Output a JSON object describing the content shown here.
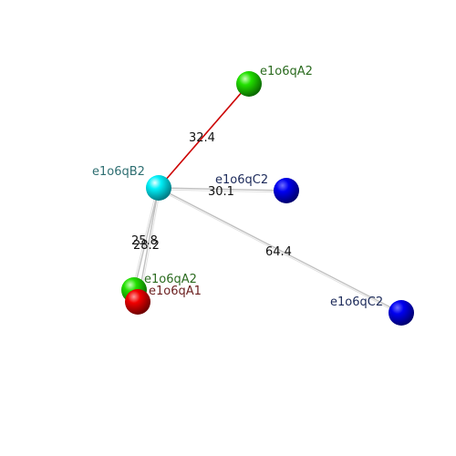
{
  "nodes": [
    {
      "id": "hub",
      "label": "e1o6qB2",
      "label_color": "#2f6f72",
      "fill": "#00e0e8",
      "gradient": "grad-cyan"
    },
    {
      "id": "a2_top",
      "label": "e1o6qA2",
      "label_color": "#2b6b1f",
      "fill": "#22dd00",
      "gradient": "grad-green"
    },
    {
      "id": "c2_mid",
      "label": "e1o6qC2",
      "label_color": "#1c2a5a",
      "fill": "#0000ee",
      "gradient": "grad-blue"
    },
    {
      "id": "c2_right",
      "label": "e1o6qC2",
      "label_color": "#1c2a5a",
      "fill": "#0000ee",
      "gradient": "grad-blue"
    },
    {
      "id": "a2_low",
      "label": "e1o6qA2",
      "label_color": "#2b6b1f",
      "fill": "#22dd00",
      "gradient": "grad-green"
    },
    {
      "id": "a1_low",
      "label": "e1o6qA1",
      "label_color": "#6b1f1f",
      "fill": "#ee0000",
      "gradient": "grad-red"
    }
  ],
  "edges": [
    {
      "from": "hub",
      "to": "a2_top",
      "label": "32.4",
      "color": "#cc0000"
    },
    {
      "from": "hub",
      "to": "c2_mid",
      "label": "30.1",
      "color": "#bbbbbb"
    },
    {
      "from": "hub",
      "to": "c2_right",
      "label": "64.4",
      "color": "#bbbbbb"
    },
    {
      "from": "hub",
      "to": "a2_low",
      "label": "25.8",
      "color": "#bbbbbb"
    },
    {
      "from": "hub",
      "to": "a1_low",
      "label": "28.2",
      "color": "#bbbbbb"
    }
  ]
}
